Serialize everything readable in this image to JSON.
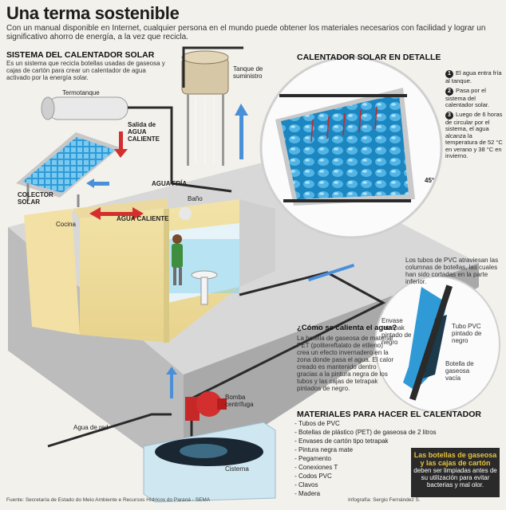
{
  "title": "Una terma sostenible",
  "intro": "Con un manual disponible en Internet, cualquier persona en el mundo puede obtener los materiales necesarios con facilidad y lograr un significativo ahorro de energía, a la vez que recicla.",
  "left": {
    "heading": "SISTEMA DEL CALENTADOR SOLAR",
    "desc": "Es un sistema que recicla botellas usadas de gaseosa y cajas de cartón para crear un calentador de agua activado por la energía solar.",
    "labels": {
      "tanque": "Tanque de suministro",
      "termotanque": "Termotanque",
      "salida": "Salida de AGUA CALIENTE",
      "colector": "COLECTOR SOLAR",
      "agua_fria": "AGUA FRÍA",
      "bano": "Baño",
      "cocina": "Cocina",
      "agua_caliente": "AGUA CALIENTE",
      "bomba": "Bomba centrífuga",
      "agua_red": "Agua de red",
      "cisterna": "Cisterna"
    }
  },
  "detail": {
    "heading": "CALENTADOR SOLAR EN DETALLE",
    "steps": [
      {
        "n": "1",
        "text": "El agua entra fría al tanque."
      },
      {
        "n": "2",
        "text": "Pasa por el sistema del calentador solar."
      },
      {
        "n": "3",
        "text": "Luego de 6 horas de circular por el sistema, el agua alcanza la temperatura de 52 °C en verano y 38 °C en invierno."
      }
    ],
    "angle": "45°",
    "pvc_note": "Los tubos de PVC atraviesan las columnas de botellas, las cuales han sido cortadas en la parte inferior.",
    "bottle_labels": {
      "envase": "Envase tetrapak pintado de negro",
      "tubo": "Tubo PVC pintado de negro",
      "botella": "Botella de gaseosa vacía"
    }
  },
  "how": {
    "question": "¿Cómo se calienta el agua?",
    "text": "La botella de gaseosa de material PET (politereftalato de etileno) crea un efecto invernadero en la zona donde pasa el agua. El calor creado es mantenido dentro gracias a la pintura negra de los tubos y las cajas de tetrapak pintados de negro."
  },
  "materials": {
    "heading": "MATERIALES PARA HACER EL CALENTADOR",
    "items": [
      "Tubos de PVC",
      "Botellas de plástico (PET) de gaseosa de 2 litros",
      "Envases de cartón tipo tetrapak",
      "Pintura negra mate",
      "Pegamento",
      "Conexiones T",
      "Codos PVC",
      "Clavos",
      "Madera"
    ]
  },
  "tip": {
    "title": "Las botellas de gaseosa y las cajas de cartón",
    "text": "deben ser limpiadas antes de su utilización para evitar bacterias y mal olor."
  },
  "footer": {
    "source": "Fuente: Secretaría de Estado do Meio Ambiente e Recursos Hídricos do Paraná - SEMA",
    "credit": "Infografía: Sergio Fernández S."
  },
  "colors": {
    "hot": "#d32f2f",
    "cold": "#4a90d9",
    "collector": "#2b8fc9"
  }
}
